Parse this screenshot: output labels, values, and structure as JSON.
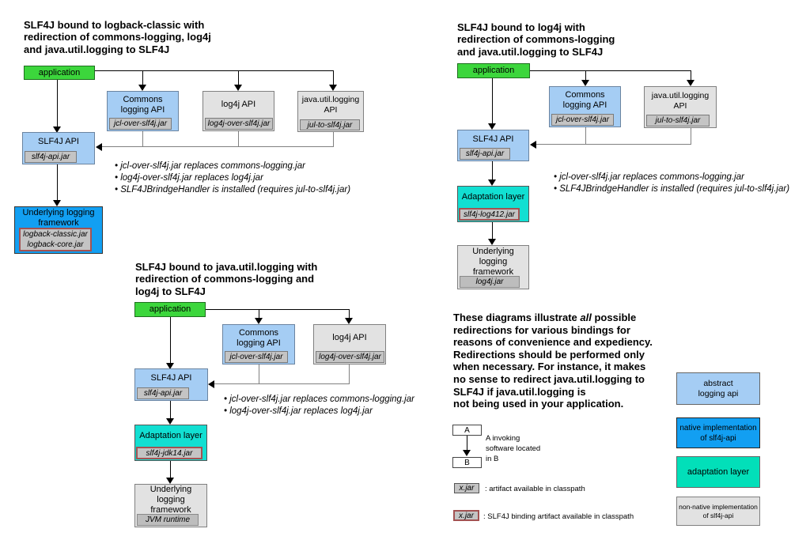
{
  "colors": {
    "application_green": "#3CD63C",
    "abstract_api_blue": "#A5CDF4",
    "native_impl_blue": "#129FF2",
    "adaptation_teal": "#12DFD2",
    "legend_adaptation_teal": "#02DFB9",
    "nonnative_gray": "#E2E2E2",
    "jar_tab_gray": "#C4C4C4",
    "binding_tab_border_red": "#A35252"
  },
  "d1": {
    "title": "SLF4J bound to logback-classic with\nredirection of commons-logging, log4j\nand java.util.logging to SLF4J",
    "app_label": "application",
    "commons_label": "Commons\nlogging API",
    "commons_tab": "jcl-over-slf4j.jar",
    "log4j_label": "log4j API",
    "log4j_tab": "log4j-over-slf4j.jar",
    "jul_label": "java.util.logging\nAPI",
    "jul_tab": "jul-to-slf4j.jar",
    "slf4j_label": "SLF4J API",
    "slf4j_tab": "slf4j-api.jar",
    "underlying_label": "Underlying logging\nframework",
    "underlying_tab": "logback-classic.jar\nlogback-core.jar",
    "bullets": "• jcl-over-slf4j.jar replaces commons-logging.jar\n• log4j-over-slf4j.jar replaces log4j.jar\n• SLF4JBrindgeHandler is installed (requires jul-to-slf4j.jar)"
  },
  "d2": {
    "title": "SLF4J bound to log4j with\nredirection of commons-logging\nand java.util.logging to SLF4J",
    "app_label": "application",
    "commons_label": "Commons\nlogging API",
    "commons_tab": "jcl-over-slf4j.jar",
    "jul_label": "java.util.logging\nAPI",
    "jul_tab": "jul-to-slf4j.jar",
    "slf4j_label": "SLF4J API",
    "slf4j_tab": "slf4j-api.jar",
    "adaptation_label": "Adaptation layer",
    "adaptation_tab": "slf4j-log412.jar",
    "underlying_label": "Underlying\nlogging\nframework",
    "underlying_tab": "log4j.jar",
    "bullets": "• jcl-over-slf4j.jar replaces commons-logging.jar\n• SLF4JBrindgeHandler is installed (requires jul-to-slf4j.jar)"
  },
  "d3": {
    "title": "SLF4J bound to java.util.logging with\nredirection of commons-logging and\nlog4j to SLF4J",
    "app_label": "application",
    "commons_label": "Commons\nlogging API",
    "commons_tab": "jcl-over-slf4j.jar",
    "log4j_label": "log4j API",
    "log4j_tab": "log4j-over-slf4j.jar",
    "slf4j_label": "SLF4J API",
    "slf4j_tab": "slf4j-api.jar",
    "adaptation_label": "Adaptation layer",
    "adaptation_tab": "slf4j-jdk14.jar",
    "underlying_label": "Underlying\nlogging\nframework",
    "underlying_tab": "JVM runtime",
    "bullets": "• jcl-over-slf4j.jar replaces commons-logging.jar\n• log4j-over-slf4j.jar replaces log4j.jar"
  },
  "note": {
    "line1_pre": "These diagrams illustrate ",
    "line1_italic": "all",
    "line1_post": " possible",
    "rest": "redirections for various bindings for\nreasons of convenience and expediency.\nRedirections should be performed only\nwhen necessary. For instance, it makes\nno sense to redirect java.util.logging to\nSLF4J if java.util.logging is\nnot being used in your application."
  },
  "legend": {
    "a_label": "A",
    "b_label": "B",
    "ab_text": "A invoking\nsoftware located\nin B",
    "xjar_label": "x.jar",
    "xjar_text": ": artifact available in classpath",
    "xjar_red_label": "x.jar",
    "xjar_red_text": ": SLF4J binding artifact available in classpath",
    "abstract_label": "abstract\nlogging api",
    "native_label": "native implementation\nof slf4j-api",
    "adaptation_label": "adaptation layer",
    "nonnative_label": "non-native implementation\nof slf4j-api"
  }
}
